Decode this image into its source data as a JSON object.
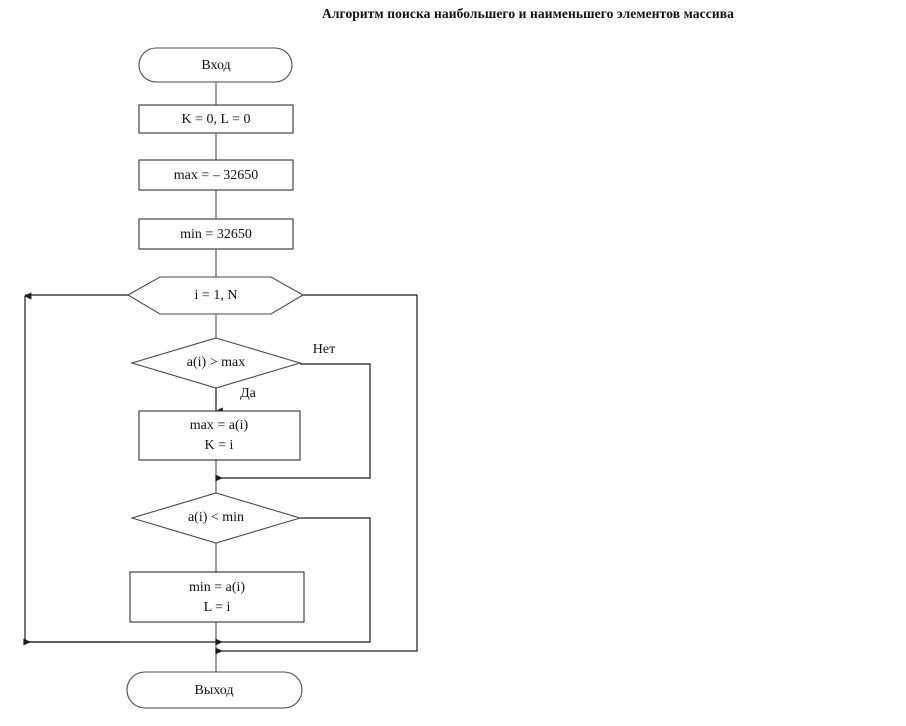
{
  "document": {
    "title": "Алгоритм поиска наибольшего и наименьшего элементов массива",
    "type": "flowchart",
    "language": "ru"
  },
  "nodes": {
    "start": {
      "label": "Вход",
      "shape": "terminator"
    },
    "init_kl": {
      "label": "K = 0, L = 0",
      "shape": "process"
    },
    "init_max": {
      "label": "max = – 32650",
      "shape": "process"
    },
    "init_min": {
      "label": "min  = 32650",
      "shape": "process"
    },
    "loop": {
      "label": "i = 1, N",
      "shape": "loop-hexagon"
    },
    "cond_max": {
      "label": "a(i) > max",
      "shape": "decision"
    },
    "assign_max_line1": {
      "label": "max = a(i)",
      "shape": "process"
    },
    "assign_max_line2": {
      "label": "K = i",
      "shape": "process"
    },
    "cond_min": {
      "label": "a(i) < min",
      "shape": "decision"
    },
    "assign_min_line1": {
      "label": "min = a(i)",
      "shape": "process"
    },
    "assign_min_line2": {
      "label": "L = i",
      "shape": "process"
    },
    "end": {
      "label": "Выход",
      "shape": "terminator"
    }
  },
  "branch_labels": {
    "no_max": "Нет",
    "yes_max": "Да"
  },
  "colors": {
    "background": "#ffffff",
    "shape_stroke": "#4a4a4a",
    "connector_stroke": "#1a1a1a",
    "text": "#111111"
  }
}
